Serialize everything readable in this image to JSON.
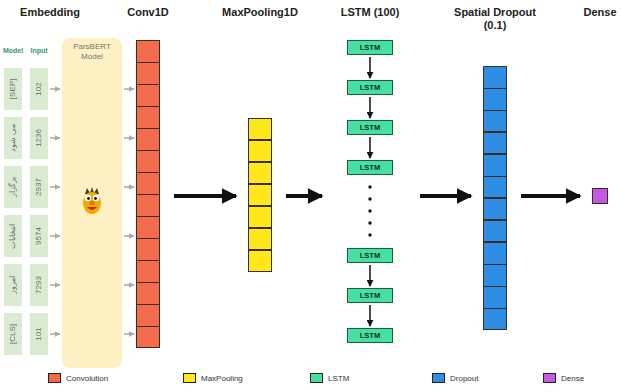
{
  "diagram": {
    "nodes": [
      {
        "text": [
          "[SEP]"
        ]
      },
      {
        "text": [
          "می شود"
        ]
      },
      {
        "text": [
          "برگزار"
        ]
      },
      {
        "text": [
          "انتخابات"
        ]
      },
      {
        "text": [
          "امروز"
        ]
      },
      {
        "text": [
          "[CLS]"
        ]
      },
      {
        "text": [
          "102"
        ]
      },
      {
        "text": [
          "1236"
        ]
      },
      {
        "text": [
          "2937"
        ]
      },
      {
        "text": [
          "9574"
        ]
      },
      {
        "text": [
          "7293"
        ]
      },
      {
        "text": [
          "101"
        ]
      },
      {
        "text": [
          "ParsBERT Model"
        ]
      },
      {
        "text": [
          "Conv1D"
        ]
      },
      {
        "text": [
          "MaxPooling1D"
        ]
      },
      {
        "text": [
          "LSTM (100)"
        ]
      },
      {
        "text": [
          "LSTM"
        ],
        "in": 15
      },
      {
        "text": [
          "LSTM"
        ],
        "in": 15
      },
      {
        "text": [
          "LSTM"
        ],
        "in": 15
      },
      {
        "text": [
          "LSTM"
        ],
        "in": 15
      },
      {
        "text": [
          "LSTM"
        ],
        "in": 15
      },
      {
        "text": [
          "LSTM"
        ],
        "in": 15
      },
      {
        "text": [
          "LSTM"
        ],
        "in": 15
      },
      {
        "text": [
          "Spatial Dropout (0.1)"
        ]
      },
      {
        "text": [
          "Dense"
        ]
      }
    ],
    "edges": [
      {
        "from": 6,
        "to": 12,
        "arrow": "to"
      },
      {
        "from": 7,
        "to": 12,
        "arrow": "to"
      },
      {
        "from": 8,
        "to": 12,
        "arrow": "to"
      },
      {
        "from": 9,
        "to": 12,
        "arrow": "to"
      },
      {
        "from": 10,
        "to": 12,
        "arrow": "to"
      },
      {
        "from": 11,
        "to": 12,
        "arrow": "to"
      },
      {
        "from": 12,
        "to": 13,
        "arrow": "to"
      },
      {
        "from": 12,
        "to": 13,
        "arrow": "to"
      },
      {
        "from": 12,
        "to": 13,
        "arrow": "to"
      },
      {
        "from": 12,
        "to": 13,
        "arrow": "to"
      },
      {
        "from": 12,
        "to": 13,
        "arrow": "to"
      },
      {
        "from": 12,
        "to": 13,
        "arrow": "to"
      },
      {
        "from": 13,
        "to": 14,
        "arrow": "to"
      },
      {
        "from": 14,
        "to": 15,
        "arrow": "to"
      },
      {
        "from": 16,
        "to": 17,
        "arrow": "to"
      },
      {
        "from": 17,
        "to": 18,
        "arrow": "to"
      },
      {
        "from": 18,
        "to": 19,
        "arrow": "to"
      },
      {
        "from": 20,
        "to": 21,
        "arrow": "to"
      },
      {
        "from": 21,
        "to": 22,
        "arrow": "to"
      },
      {
        "from": 15,
        "to": 23,
        "arrow": "to"
      },
      {
        "from": 23,
        "to": 24,
        "arrow": "to"
      }
    ],
    "labels": [
      "Embedding",
      "Model",
      "Input"
    ],
    "legend": [
      {
        "text": "Convolution",
        "color": "#f26b4a"
      },
      {
        "text": "MaxPooling",
        "color": "#ffe81a"
      },
      {
        "text": "LSTM",
        "color": "#45e0a2"
      },
      {
        "text": "Dropout",
        "color": "#2e8ee3"
      },
      {
        "text": "Dense",
        "color": "#c65be3"
      }
    ]
  }
}
